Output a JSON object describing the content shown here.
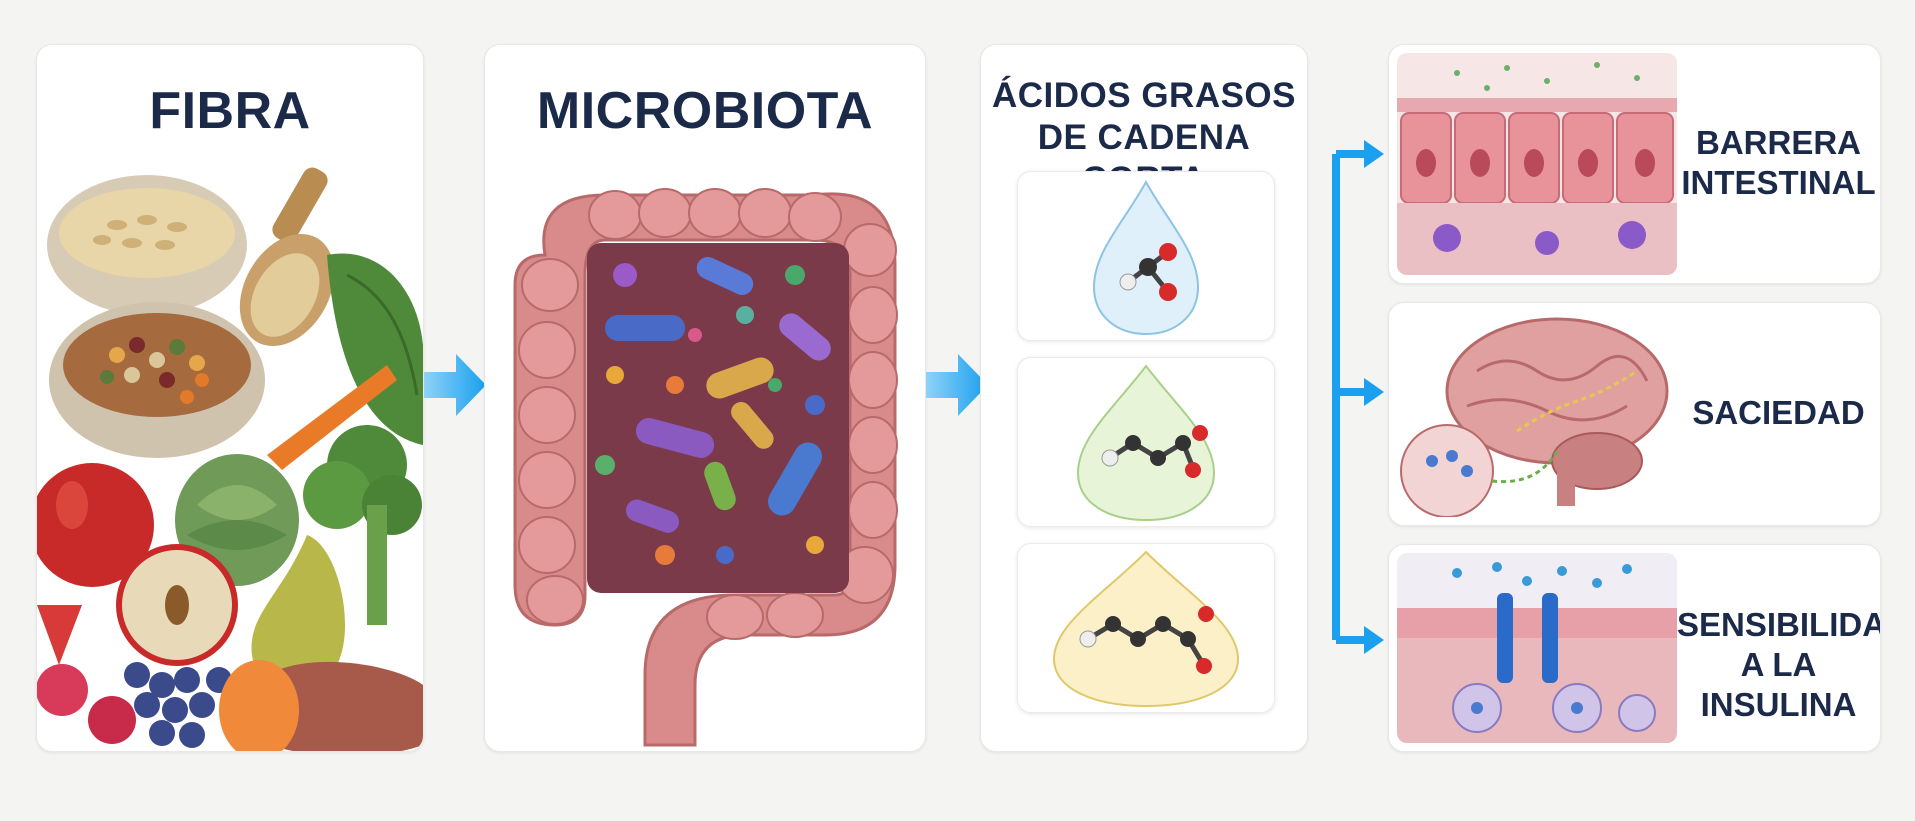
{
  "panels": {
    "fibra": {
      "title": "FIBRA"
    },
    "microbiota": {
      "title": "MICROBIOTA"
    },
    "acidos": {
      "title_line1": "ÁCIDOS GRASOS",
      "title_line2": "DE CADENA CORTA"
    }
  },
  "outcomes": [
    {
      "line1": "BARRERA",
      "line2": "INTESTINAL"
    },
    {
      "line1": "SACIEDAD",
      "line2": ""
    },
    {
      "line1": "SENSIBILIDAD",
      "line2": "A LA INSULINA"
    }
  ],
  "colors": {
    "title": "#1c2a4a",
    "arrow": "#1aa0ee",
    "gut": "#d98a8a"
  }
}
